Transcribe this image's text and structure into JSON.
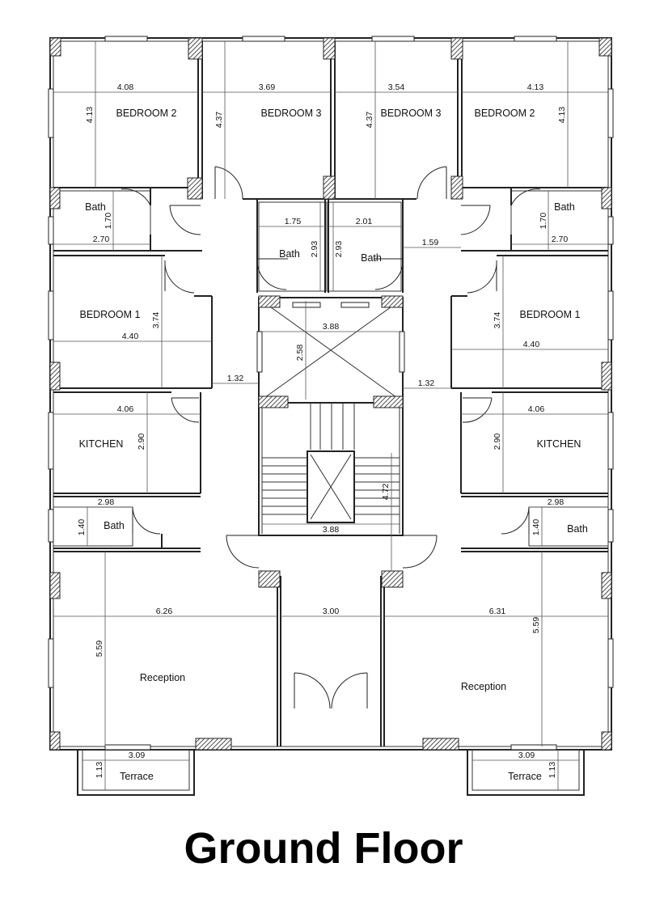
{
  "plan": {
    "title": "Ground Floor",
    "rooms": [
      {
        "id": "bedroom2-left",
        "label": "BEDROOM 2"
      },
      {
        "id": "bedroom3-left",
        "label": "BEDROOM 3"
      },
      {
        "id": "bedroom3-right",
        "label": "BEDROOM 3"
      },
      {
        "id": "bedroom2-right",
        "label": "BEDROOM 2"
      },
      {
        "id": "bath-top-left",
        "label": "Bath"
      },
      {
        "id": "bath-top-right",
        "label": "Bath"
      },
      {
        "id": "bath-center-left",
        "label": "Bath"
      },
      {
        "id": "bath-center-right",
        "label": "Bath"
      },
      {
        "id": "bedroom1-left",
        "label": "BEDROOM 1"
      },
      {
        "id": "bedroom1-right",
        "label": "BEDROOM 1"
      },
      {
        "id": "kitchen-left",
        "label": "KITCHEN"
      },
      {
        "id": "kitchen-right",
        "label": "KITCHEN"
      },
      {
        "id": "bath-lower-left",
        "label": "Bath"
      },
      {
        "id": "bath-lower-right",
        "label": "Bath"
      },
      {
        "id": "reception-left",
        "label": "Reception"
      },
      {
        "id": "reception-right",
        "label": "Reception"
      },
      {
        "id": "terrace-left",
        "label": "Terrace"
      },
      {
        "id": "terrace-right",
        "label": "Terrace"
      }
    ],
    "dimensions": [
      {
        "id": "d-bed2l-w",
        "value": "4.08"
      },
      {
        "id": "d-bed2l-h",
        "value": "4.13"
      },
      {
        "id": "d-bed3l-w",
        "value": "3.69"
      },
      {
        "id": "d-bed3l-h",
        "value": "4.37"
      },
      {
        "id": "d-bed3r-w",
        "value": "3.54"
      },
      {
        "id": "d-bed3r-h",
        "value": "4.37"
      },
      {
        "id": "d-bed2r-w",
        "value": "4.13"
      },
      {
        "id": "d-bed2r-h",
        "value": "4.13"
      },
      {
        "id": "d-bathtl-h",
        "value": "1.70"
      },
      {
        "id": "d-bathtl-w",
        "value": "2.70"
      },
      {
        "id": "d-bathtr-h",
        "value": "1.70"
      },
      {
        "id": "d-bathtr-w",
        "value": "2.70"
      },
      {
        "id": "d-bathcl-w",
        "value": "1.75"
      },
      {
        "id": "d-bathcl-h",
        "value": "2.93"
      },
      {
        "id": "d-bathcr-w",
        "value": "2.01"
      },
      {
        "id": "d-bathcr-h",
        "value": "2.93"
      },
      {
        "id": "d-corr-r",
        "value": "1.59"
      },
      {
        "id": "d-bed1l-h",
        "value": "3.74"
      },
      {
        "id": "d-bed1l-w",
        "value": "4.40"
      },
      {
        "id": "d-bed1r-h",
        "value": "3.74"
      },
      {
        "id": "d-bed1r-w",
        "value": "4.40"
      },
      {
        "id": "d-lift-w",
        "value": "3.88"
      },
      {
        "id": "d-lift-h",
        "value": "2.58"
      },
      {
        "id": "d-hall-l",
        "value": "1.32"
      },
      {
        "id": "d-hall-r",
        "value": "1.32"
      },
      {
        "id": "d-kitl-w",
        "value": "4.06"
      },
      {
        "id": "d-kitl-h",
        "value": "2.90"
      },
      {
        "id": "d-kitr-w",
        "value": "4.06"
      },
      {
        "id": "d-kitr-h",
        "value": "2.90"
      },
      {
        "id": "d-stair-h",
        "value": "4.72"
      },
      {
        "id": "d-stair-w",
        "value": "3.88"
      },
      {
        "id": "d-bathll-w",
        "value": "2.98"
      },
      {
        "id": "d-bathll-h",
        "value": "1.40"
      },
      {
        "id": "d-bathlr-w",
        "value": "2.98"
      },
      {
        "id": "d-bathlr-h",
        "value": "1.40"
      },
      {
        "id": "d-recl-w",
        "value": "6.26"
      },
      {
        "id": "d-entry-w",
        "value": "3.00"
      },
      {
        "id": "d-recr-w",
        "value": "6.31"
      },
      {
        "id": "d-recl-h",
        "value": "5.59"
      },
      {
        "id": "d-recr-h",
        "value": "5.59"
      },
      {
        "id": "d-terl-w",
        "value": "3.09"
      },
      {
        "id": "d-terl-h",
        "value": "1.13"
      },
      {
        "id": "d-terr-w",
        "value": "3.09"
      },
      {
        "id": "d-terr-h",
        "value": "1.13"
      }
    ]
  }
}
